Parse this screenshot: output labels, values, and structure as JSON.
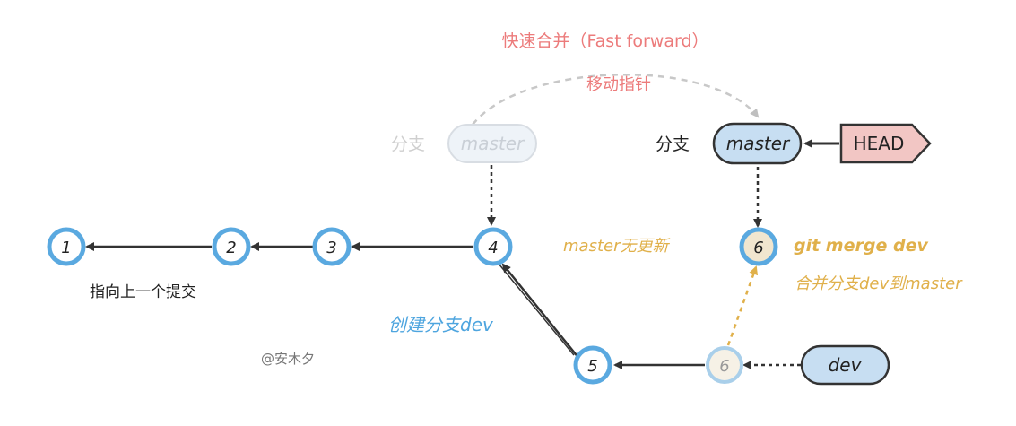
{
  "fast_forward": {
    "title": "快速合并（Fast forward）",
    "subtitle": "移动指针"
  },
  "old_master": {
    "prefix": "分支",
    "name": "master"
  },
  "master": {
    "prefix": "分支",
    "name": "master"
  },
  "head": {
    "label": "HEAD"
  },
  "commits": [
    "1",
    "2",
    "3",
    "4",
    "5",
    "6",
    "6"
  ],
  "notes": {
    "parent_pointer": "指向上一个提交",
    "create_dev": "创建分支dev",
    "master_unchanged": "master无更新",
    "merge_cmd": "git merge dev",
    "merge_desc": "合并分支dev到master",
    "signature": "@安木夕"
  },
  "dev": {
    "name": "dev"
  },
  "colors": {
    "blue_ring": "#5aa9e0",
    "pill_fill": "#c7def2",
    "head_fill": "#f2c6c4",
    "ff_text": "#ec7b7b",
    "yellow": "#e0b04a",
    "ghost": "#d8dde3"
  }
}
